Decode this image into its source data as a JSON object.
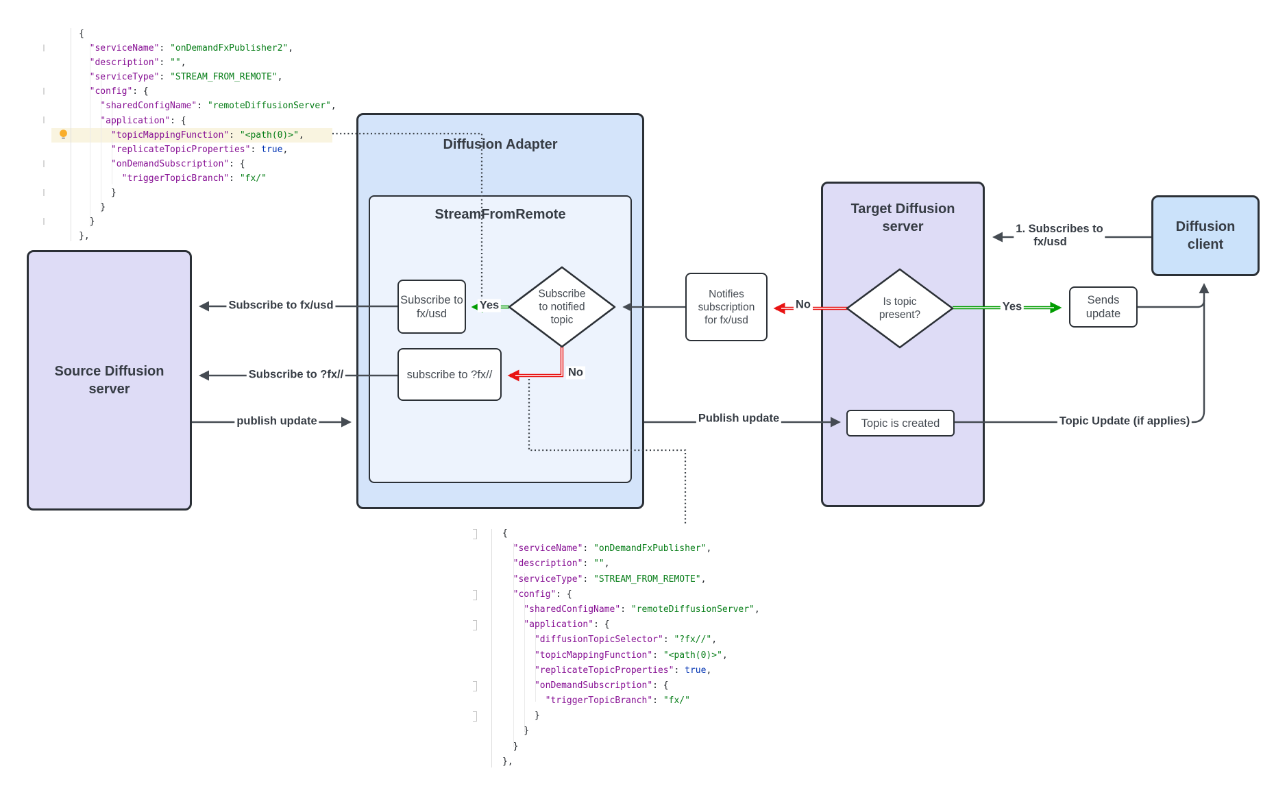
{
  "diagram": {
    "containers": {
      "source_server": {
        "label": "Source Diffusion server"
      },
      "adapter": {
        "label": "Diffusion Adapter"
      },
      "stream": {
        "label": "StreamFromRemote"
      },
      "target_server": {
        "label": "Target Diffusion server"
      },
      "client": {
        "label": "Diffusion client"
      }
    },
    "nodes": {
      "subscribe_fxusd": {
        "label": "Subscribe to fx/usd"
      },
      "subscribe_qfx": {
        "label": "subscribe to ?fx//"
      },
      "notified_topic": {
        "label": "Subscribe to notified topic"
      },
      "notifies_subscription": {
        "label": "Notifies subscription for fx/usd"
      },
      "is_topic_present": {
        "label": "Is topic present?"
      },
      "topic_created": {
        "label": "Topic is created"
      },
      "sends_update": {
        "label": "Sends update"
      }
    },
    "edge_labels": {
      "subscribe_fxusd": "Subscribe to fx/usd",
      "subscribe_qfx": "Subscribe to ?fx//",
      "publish_update_lower": "publish update",
      "publish_update_right": "Publish update",
      "yes_adapter": "Yes",
      "no_adapter": "No",
      "yes_target": "Yes",
      "no_target": "No",
      "client_subscribes_line1": "1. Subscribes to",
      "client_subscribes_line2": "fx/usd",
      "topic_update": "Topic Update (if applies)"
    },
    "colors": {
      "green": "#009c00",
      "red": "#e81313",
      "line": "#454b52",
      "purple_fill": "#dedcf6",
      "adapter_fill": "#d4e4fa",
      "stream_fill": "#edf3fd",
      "client_fill": "#cbe2fa",
      "code_key": "#871094",
      "code_string": "#067d17",
      "code_keyword": "#0033b3",
      "highlight_bg": "#f9f4e0"
    }
  },
  "code": {
    "top": {
      "lines": [
        {
          "seg": [
            [
              "p",
              "{"
            ]
          ]
        },
        {
          "seg": [
            [
              "p",
              "  "
            ],
            [
              "k",
              "\"serviceName\""
            ],
            [
              "p",
              ": "
            ],
            [
              "s",
              "\"onDemandFxPublisher2\""
            ],
            [
              "p",
              ","
            ]
          ]
        },
        {
          "seg": [
            [
              "p",
              "  "
            ],
            [
              "k",
              "\"description\""
            ],
            [
              "p",
              ": "
            ],
            [
              "s",
              "\"\""
            ],
            [
              "p",
              ","
            ]
          ]
        },
        {
          "seg": [
            [
              "p",
              "  "
            ],
            [
              "k",
              "\"serviceType\""
            ],
            [
              "p",
              ": "
            ],
            [
              "s",
              "\"STREAM_FROM_REMOTE\""
            ],
            [
              "p",
              ","
            ]
          ]
        },
        {
          "seg": [
            [
              "p",
              "  "
            ],
            [
              "k",
              "\"config\""
            ],
            [
              "p",
              ": {"
            ]
          ]
        },
        {
          "seg": [
            [
              "p",
              "    "
            ],
            [
              "k",
              "\"sharedConfigName\""
            ],
            [
              "p",
              ": "
            ],
            [
              "s",
              "\"remoteDiffusionServer\""
            ],
            [
              "p",
              ","
            ]
          ]
        },
        {
          "seg": [
            [
              "p",
              "    "
            ],
            [
              "k",
              "\"application\""
            ],
            [
              "p",
              ": {"
            ]
          ]
        },
        {
          "hl": true,
          "seg": [
            [
              "p",
              "      "
            ],
            [
              "k",
              "\"topicMappingFunction\""
            ],
            [
              "p",
              ": "
            ],
            [
              "s",
              "\"<path(0)>\""
            ],
            [
              "p",
              ","
            ]
          ]
        },
        {
          "seg": [
            [
              "p",
              "      "
            ],
            [
              "k",
              "\"replicateTopicProperties\""
            ],
            [
              "p",
              ": "
            ],
            [
              "b",
              "true"
            ],
            [
              "p",
              ","
            ]
          ]
        },
        {
          "seg": [
            [
              "p",
              "      "
            ],
            [
              "k",
              "\"onDemandSubscription\""
            ],
            [
              "p",
              ": {"
            ]
          ]
        },
        {
          "seg": [
            [
              "p",
              "        "
            ],
            [
              "k",
              "\"triggerTopicBranch\""
            ],
            [
              "p",
              ": "
            ],
            [
              "s",
              "\"fx/\""
            ]
          ]
        },
        {
          "seg": [
            [
              "p",
              "      }"
            ]
          ]
        },
        {
          "seg": [
            [
              "p",
              "    }"
            ]
          ]
        },
        {
          "seg": [
            [
              "p",
              "  }"
            ]
          ]
        },
        {
          "seg": [
            [
              "p",
              "},"
            ]
          ]
        }
      ]
    },
    "bottom": {
      "lines": [
        {
          "seg": [
            [
              "p",
              "{"
            ]
          ]
        },
        {
          "seg": [
            [
              "p",
              "  "
            ],
            [
              "k",
              "\"serviceName\""
            ],
            [
              "p",
              ": "
            ],
            [
              "s",
              "\"onDemandFxPublisher\""
            ],
            [
              "p",
              ","
            ]
          ]
        },
        {
          "seg": [
            [
              "p",
              "  "
            ],
            [
              "k",
              "\"description\""
            ],
            [
              "p",
              ": "
            ],
            [
              "s",
              "\"\""
            ],
            [
              "p",
              ","
            ]
          ]
        },
        {
          "seg": [
            [
              "p",
              "  "
            ],
            [
              "k",
              "\"serviceType\""
            ],
            [
              "p",
              ": "
            ],
            [
              "s",
              "\"STREAM_FROM_REMOTE\""
            ],
            [
              "p",
              ","
            ]
          ]
        },
        {
          "seg": [
            [
              "p",
              "  "
            ],
            [
              "k",
              "\"config\""
            ],
            [
              "p",
              ": {"
            ]
          ]
        },
        {
          "seg": [
            [
              "p",
              "    "
            ],
            [
              "k",
              "\"sharedConfigName\""
            ],
            [
              "p",
              ": "
            ],
            [
              "s",
              "\"remoteDiffusionServer\""
            ],
            [
              "p",
              ","
            ]
          ]
        },
        {
          "seg": [
            [
              "p",
              "    "
            ],
            [
              "k",
              "\"application\""
            ],
            [
              "p",
              ": {"
            ]
          ]
        },
        {
          "seg": [
            [
              "p",
              "      "
            ],
            [
              "k",
              "\"diffusionTopicSelector\""
            ],
            [
              "p",
              ": "
            ],
            [
              "s",
              "\"?fx//\""
            ],
            [
              "p",
              ","
            ]
          ]
        },
        {
          "seg": [
            [
              "p",
              "      "
            ],
            [
              "k",
              "\"topicMappingFunction\""
            ],
            [
              "p",
              ": "
            ],
            [
              "s",
              "\"<path(0)>\""
            ],
            [
              "p",
              ","
            ]
          ]
        },
        {
          "seg": [
            [
              "p",
              "      "
            ],
            [
              "k",
              "\"replicateTopicProperties\""
            ],
            [
              "p",
              ": "
            ],
            [
              "b",
              "true"
            ],
            [
              "p",
              ","
            ]
          ]
        },
        {
          "seg": [
            [
              "p",
              "      "
            ],
            [
              "k",
              "\"onDemandSubscription\""
            ],
            [
              "p",
              ": {"
            ]
          ]
        },
        {
          "seg": [
            [
              "p",
              "        "
            ],
            [
              "k",
              "\"triggerTopicBranch\""
            ],
            [
              "p",
              ": "
            ],
            [
              "s",
              "\"fx/\""
            ]
          ]
        },
        {
          "seg": [
            [
              "p",
              "      }"
            ]
          ]
        },
        {
          "seg": [
            [
              "p",
              "    }"
            ]
          ]
        },
        {
          "seg": [
            [
              "p",
              "  }"
            ]
          ]
        },
        {
          "seg": [
            [
              "p",
              "},"
            ]
          ]
        }
      ]
    }
  }
}
